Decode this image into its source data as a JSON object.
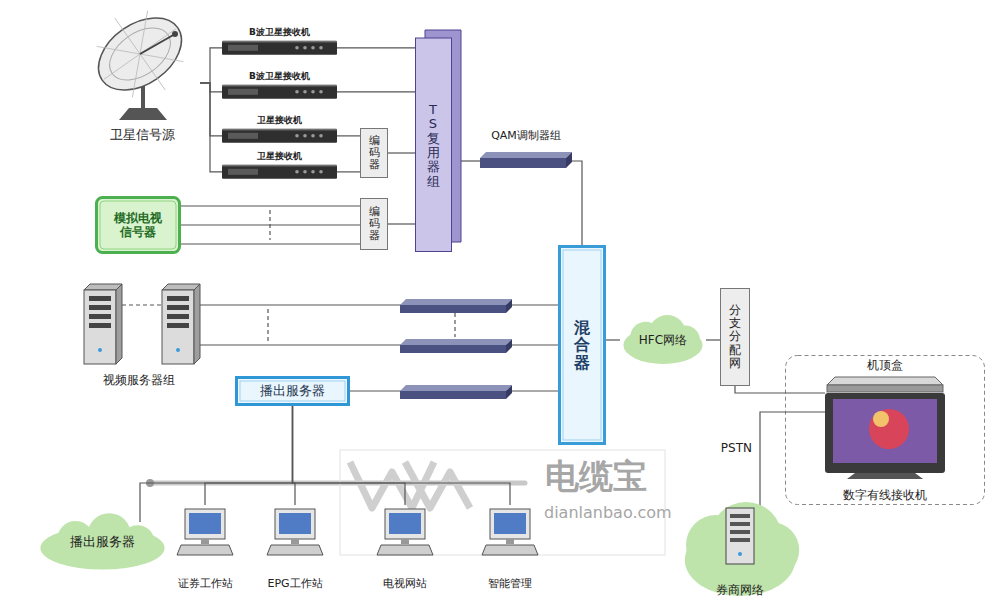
{
  "diagram": {
    "nodes": [
      {
        "text": [
          "卫星信号源"
        ]
      },
      {
        "text": [
          "B波卫星接收机"
        ]
      },
      {
        "text": [
          "B波卫星接收机"
        ]
      },
      {
        "text": [
          "卫星接收机"
        ]
      },
      {
        "text": [
          "卫星接收机"
        ]
      },
      {
        "text": [
          "编码器"
        ]
      },
      {
        "text": [
          "TS复用器组"
        ]
      },
      {
        "text": [
          "QAM调制器组"
        ]
      },
      {
        "text": [
          "模拟电视信号器"
        ]
      },
      {
        "text": [
          "编码器"
        ]
      },
      {
        "text": [
          "视频服务器组"
        ]
      },
      {
        "text": [
          "混合器"
        ]
      },
      {
        "text": [
          "HFC网络"
        ]
      },
      {
        "text": [
          "分支分配网"
        ]
      },
      {
        "text": [
          "机顶盒",
          "数字有线接收机"
        ]
      },
      {
        "text": [
          "播出服务器"
        ]
      },
      {
        "text": [
          "播出服务器"
        ]
      },
      {
        "text": [
          "证券工作站"
        ]
      },
      {
        "text": [
          "EPG工作站"
        ]
      },
      {
        "text": [
          "电视网站"
        ]
      },
      {
        "text": [
          "智能管理"
        ]
      },
      {
        "text": [
          "券商网络"
        ]
      }
    ],
    "edges": [
      {
        "from": 0,
        "to": 1,
        "arrow": "none"
      },
      {
        "from": 0,
        "to": 2,
        "arrow": "none"
      },
      {
        "from": 0,
        "to": 3,
        "arrow": "none"
      },
      {
        "from": 0,
        "to": 4,
        "arrow": "none"
      },
      {
        "from": 1,
        "to": 6,
        "arrow": "none"
      },
      {
        "from": 2,
        "to": 6,
        "arrow": "none"
      },
      {
        "from": 3,
        "to": 5,
        "arrow": "none"
      },
      {
        "from": 4,
        "to": 5,
        "arrow": "none"
      },
      {
        "from": 5,
        "to": 6,
        "arrow": "none"
      },
      {
        "from": 8,
        "to": 9,
        "arrow": "none"
      },
      {
        "from": 9,
        "to": 6,
        "arrow": "none"
      },
      {
        "from": 6,
        "to": 7,
        "arrow": "none"
      },
      {
        "from": 7,
        "to": 11,
        "arrow": "none"
      },
      {
        "from": 10,
        "to": 11,
        "arrow": "none"
      },
      {
        "from": 15,
        "to": 11,
        "arrow": "none"
      },
      {
        "from": 15,
        "to": 16,
        "arrow": "none"
      },
      {
        "from": 15,
        "to": 17,
        "arrow": "none"
      },
      {
        "from": 15,
        "to": 18,
        "arrow": "none"
      },
      {
        "from": 15,
        "to": 19,
        "arrow": "none"
      },
      {
        "from": 15,
        "to": 20,
        "arrow": "none"
      },
      {
        "from": 11,
        "to": 12,
        "arrow": "none"
      },
      {
        "from": 12,
        "to": 13,
        "arrow": "none"
      },
      {
        "from": 13,
        "to": 14,
        "arrow": "none"
      },
      {
        "from": 21,
        "to": 14,
        "label": "PSTN",
        "arrow": "none"
      }
    ],
    "labels": [
      "电缆宝",
      "dianlanbao.com"
    ]
  }
}
